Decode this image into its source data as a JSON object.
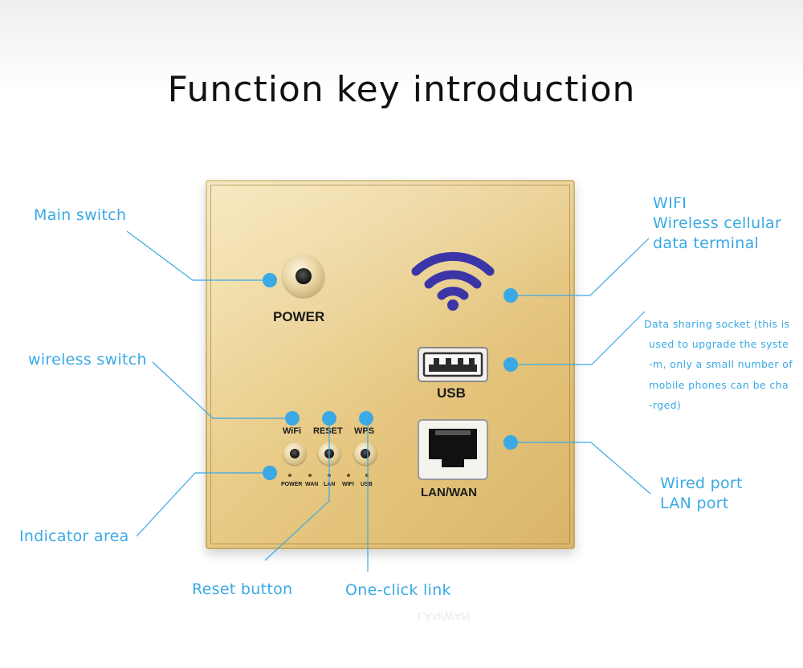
{
  "title": "Function key introduction",
  "colors": {
    "accent": "#3aa9e6",
    "panel": "#e9cf8c",
    "wifi_icon": "#3b35a8"
  },
  "panel": {
    "power_label": "POWER",
    "usb_label": "USB",
    "lan_label": "LAN/WAN",
    "buttons": [
      "WiFi",
      "RESET",
      "WPS"
    ],
    "indicators": [
      "POWER",
      "WAN",
      "LAN",
      "WIFI",
      "USB"
    ],
    "icons": [
      "power-button-icon",
      "wifi-icon",
      "usb-port-icon",
      "ethernet-port-icon"
    ]
  },
  "callouts": {
    "main_switch": "Main switch",
    "wireless_switch": "wireless switch",
    "indicator_area": "Indicator area",
    "reset_button": "Reset button",
    "one_click_link": "One-click link",
    "wifi": [
      "WIFI",
      "Wireless cellular",
      "data terminal"
    ],
    "data_sharing": [
      "Data sharing socket (this is",
      "used to upgrade the syste",
      "-m, only a small number of",
      "mobile phones can be cha",
      "-rged)"
    ],
    "wired_port": [
      "Wired port",
      "LAN port"
    ]
  }
}
